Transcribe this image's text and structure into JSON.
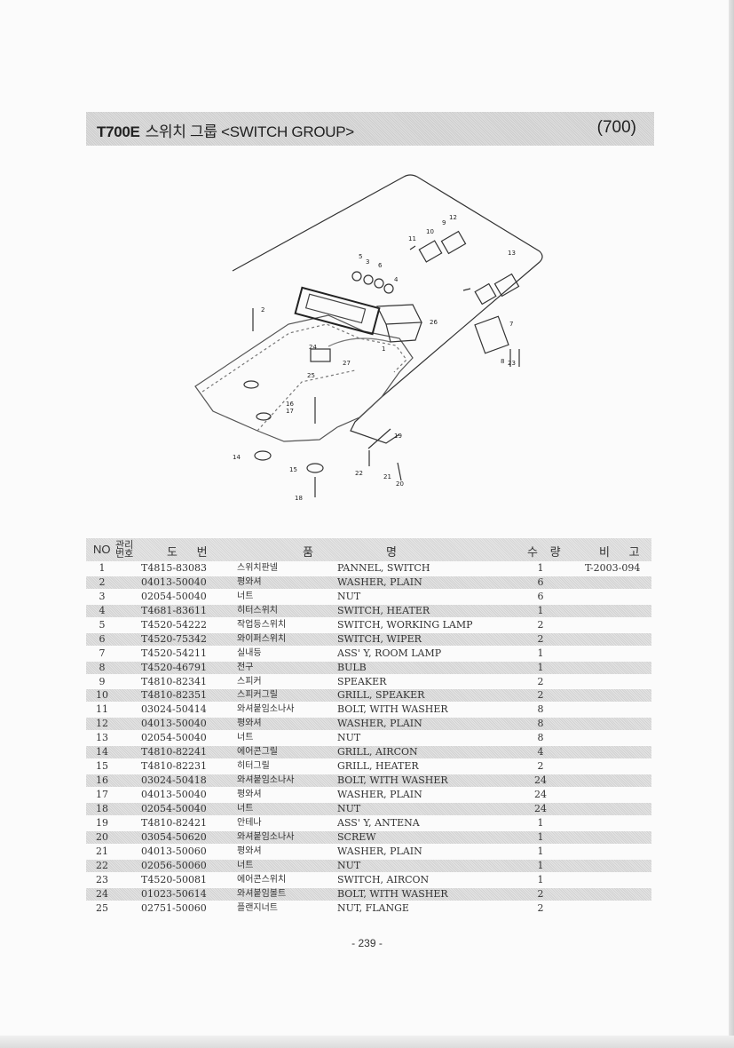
{
  "header": {
    "model": "T700E",
    "title": "스위치 그룹 <SWITCH GROUP>",
    "section": "(700)"
  },
  "diagram": {
    "callouts": [
      "1",
      "2",
      "3",
      "4",
      "5",
      "6",
      "7",
      "8",
      "9",
      "10",
      "11",
      "12",
      "13",
      "14",
      "15",
      "16",
      "17",
      "18",
      "19",
      "20",
      "21",
      "22",
      "23",
      "24",
      "25",
      "26",
      "27"
    ]
  },
  "table": {
    "headers": {
      "no": "NO",
      "mgmt_top": "관리",
      "mgmt_bottom": "번호",
      "drawing_no": "도 번",
      "name_left": "품",
      "name_right": "명",
      "qty": "수 량",
      "remarks": "비 고"
    },
    "rows": [
      {
        "no": "1",
        "code": "T4815-83083",
        "ko": "스위치판넬",
        "en": "PANNEL, SWITCH",
        "qty": "1",
        "remark": "T-2003-094"
      },
      {
        "no": "2",
        "code": "04013-50040",
        "ko": "평와셔",
        "en": "WASHER, PLAIN",
        "qty": "6",
        "remark": ""
      },
      {
        "no": "3",
        "code": "02054-50040",
        "ko": "너트",
        "en": "NUT",
        "qty": "6",
        "remark": ""
      },
      {
        "no": "4",
        "code": "T4681-83611",
        "ko": "히터스위치",
        "en": "SWITCH, HEATER",
        "qty": "1",
        "remark": ""
      },
      {
        "no": "5",
        "code": "T4520-54222",
        "ko": "작업등스위치",
        "en": "SWITCH, WORKING LAMP",
        "qty": "2",
        "remark": ""
      },
      {
        "no": "6",
        "code": "T4520-75342",
        "ko": "와이퍼스위치",
        "en": "SWITCH, WIPER",
        "qty": "2",
        "remark": ""
      },
      {
        "no": "7",
        "code": "T4520-54211",
        "ko": "실내등",
        "en": "ASS' Y, ROOM LAMP",
        "qty": "1",
        "remark": ""
      },
      {
        "no": "8",
        "code": "T4520-46791",
        "ko": "전구",
        "en": "BULB",
        "qty": "1",
        "remark": ""
      },
      {
        "no": "9",
        "code": "T4810-82341",
        "ko": "스피커",
        "en": "SPEAKER",
        "qty": "2",
        "remark": ""
      },
      {
        "no": "10",
        "code": "T4810-82351",
        "ko": "스피커그릴",
        "en": "GRILL, SPEAKER",
        "qty": "2",
        "remark": ""
      },
      {
        "no": "11",
        "code": "03024-50414",
        "ko": "와셔붙임소나사",
        "en": "BOLT, WITH WASHER",
        "qty": "8",
        "remark": ""
      },
      {
        "no": "12",
        "code": "04013-50040",
        "ko": "평와셔",
        "en": "WASHER, PLAIN",
        "qty": "8",
        "remark": ""
      },
      {
        "no": "13",
        "code": "02054-50040",
        "ko": "너트",
        "en": "NUT",
        "qty": "8",
        "remark": ""
      },
      {
        "no": "14",
        "code": "T4810-82241",
        "ko": "에어콘그릴",
        "en": "GRILL, AIRCON",
        "qty": "4",
        "remark": ""
      },
      {
        "no": "15",
        "code": "T4810-82231",
        "ko": "히터그릴",
        "en": "GRILL, HEATER",
        "qty": "2",
        "remark": ""
      },
      {
        "no": "16",
        "code": "03024-50418",
        "ko": "와셔붙임소나사",
        "en": "BOLT, WITH WASHER",
        "qty": "24",
        "remark": ""
      },
      {
        "no": "17",
        "code": "04013-50040",
        "ko": "평와셔",
        "en": "WASHER, PLAIN",
        "qty": "24",
        "remark": ""
      },
      {
        "no": "18",
        "code": "02054-50040",
        "ko": "너트",
        "en": "NUT",
        "qty": "24",
        "remark": ""
      },
      {
        "no": "19",
        "code": "T4810-82421",
        "ko": "안테나",
        "en": "ASS' Y, ANTENA",
        "qty": "1",
        "remark": ""
      },
      {
        "no": "20",
        "code": "03054-50620",
        "ko": "와셔붙임소나사",
        "en": "SCREW",
        "qty": "1",
        "remark": ""
      },
      {
        "no": "21",
        "code": "04013-50060",
        "ko": "평와셔",
        "en": "WASHER, PLAIN",
        "qty": "1",
        "remark": ""
      },
      {
        "no": "22",
        "code": "02056-50060",
        "ko": "너트",
        "en": "NUT",
        "qty": "1",
        "remark": ""
      },
      {
        "no": "23",
        "code": "T4520-50081",
        "ko": "에어콘스위치",
        "en": "SWITCH, AIRCON",
        "qty": "1",
        "remark": ""
      },
      {
        "no": "24",
        "code": "01023-50614",
        "ko": "와셔붙임볼트",
        "en": "BOLT, WITH WASHER",
        "qty": "2",
        "remark": ""
      },
      {
        "no": "25",
        "code": "02751-50060",
        "ko": "플랜지너트",
        "en": "NUT, FLANGE",
        "qty": "2",
        "remark": ""
      }
    ]
  },
  "footer": {
    "page_number": "- 239 -"
  }
}
